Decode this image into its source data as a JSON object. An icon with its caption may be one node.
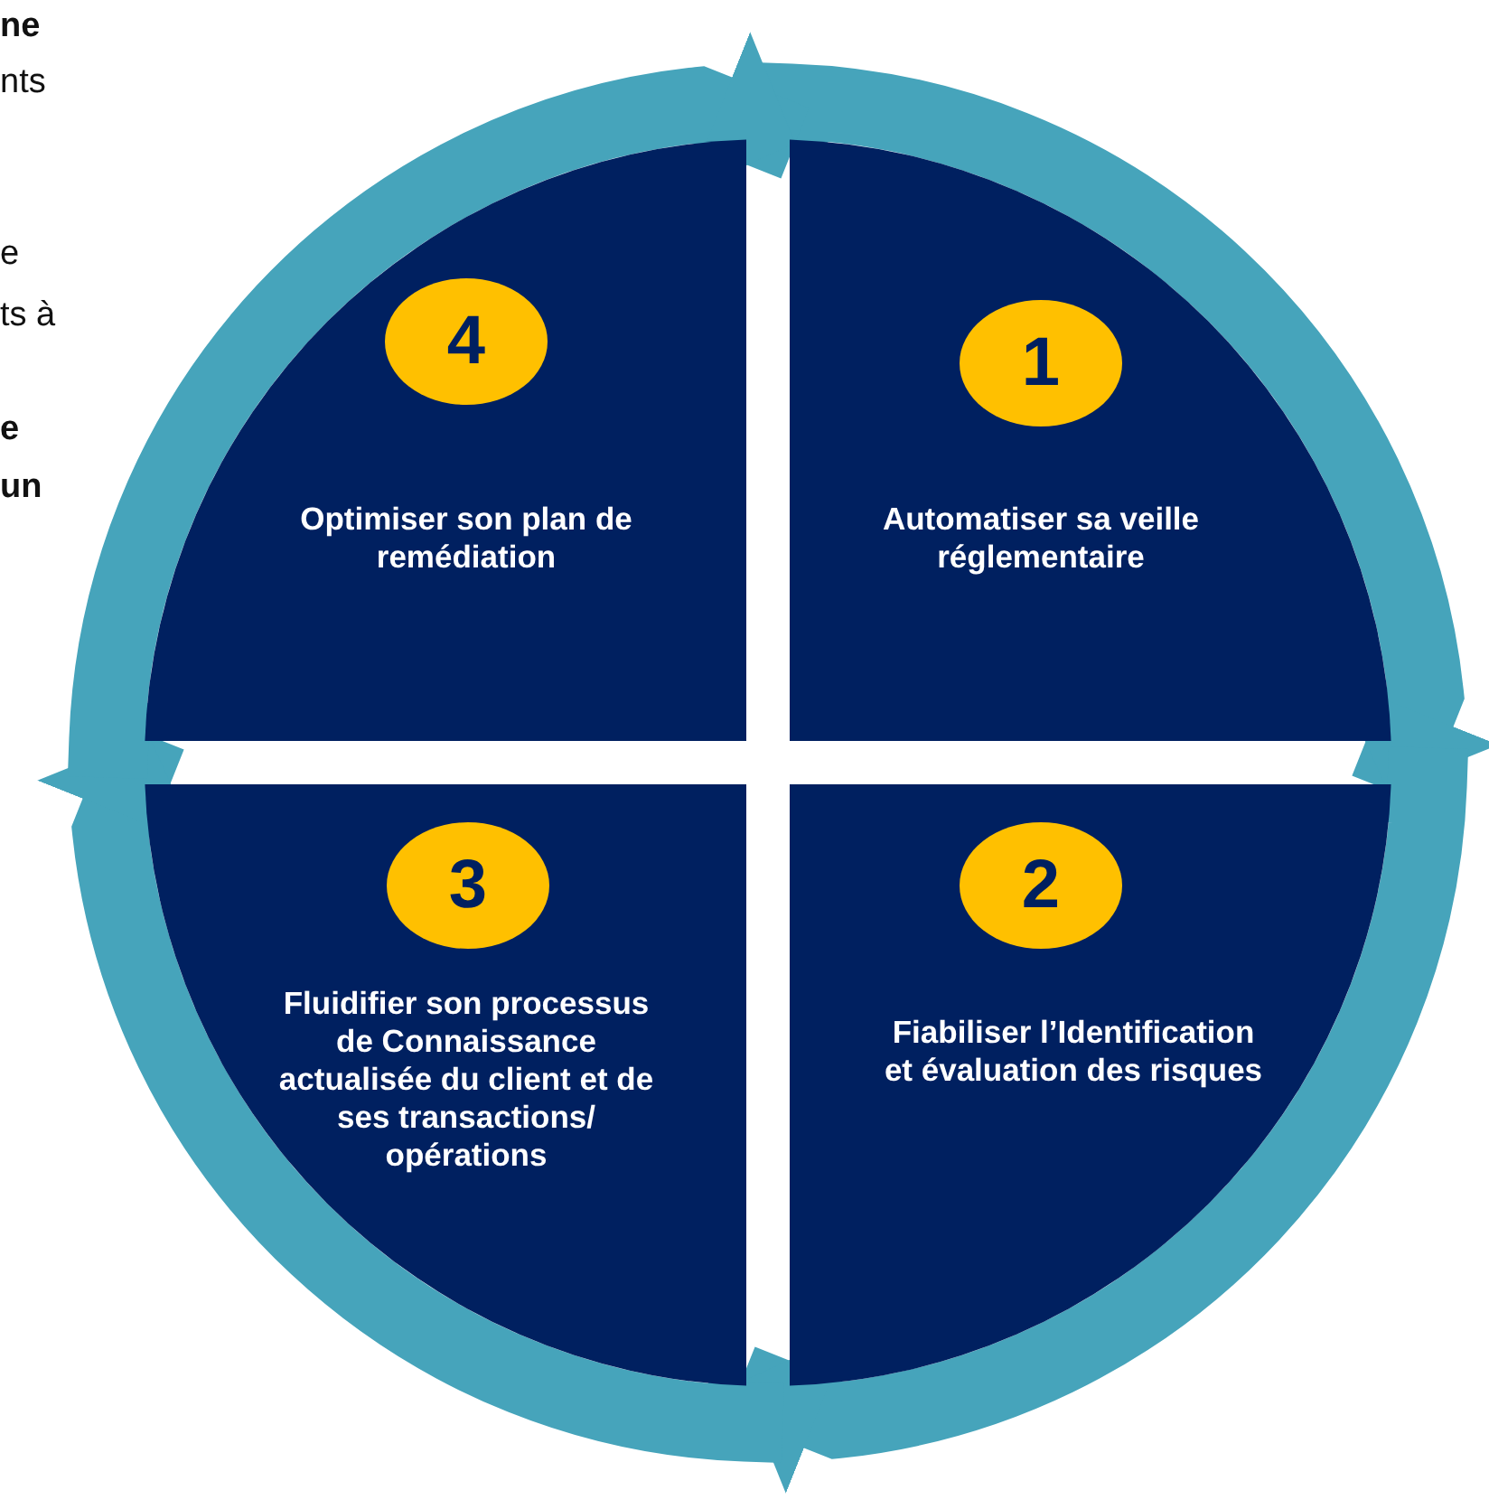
{
  "diagram": {
    "nodes": [
      {
        "text": [
          "1",
          "Automatiser sa veille réglementaire"
        ]
      },
      {
        "text": [
          "2",
          "Fiabiliser l’Identification et évaluation des risques"
        ]
      },
      {
        "text": [
          "3",
          "Fluidifier son processus de Connaissance actualisée du client et de ses transactions/ opérations"
        ]
      },
      {
        "text": [
          "4",
          "Optimiser son plan de remédiation"
        ]
      }
    ],
    "edges": [
      {
        "from": 0,
        "to": 1,
        "arrow": "to"
      },
      {
        "from": 1,
        "to": 2,
        "arrow": "to"
      },
      {
        "from": 2,
        "to": 3,
        "arrow": "to"
      },
      {
        "from": 3,
        "to": 0,
        "arrow": "to"
      }
    ],
    "labels": [
      "ne",
      "nts",
      "e",
      "ts à",
      "e",
      "un"
    ]
  }
}
